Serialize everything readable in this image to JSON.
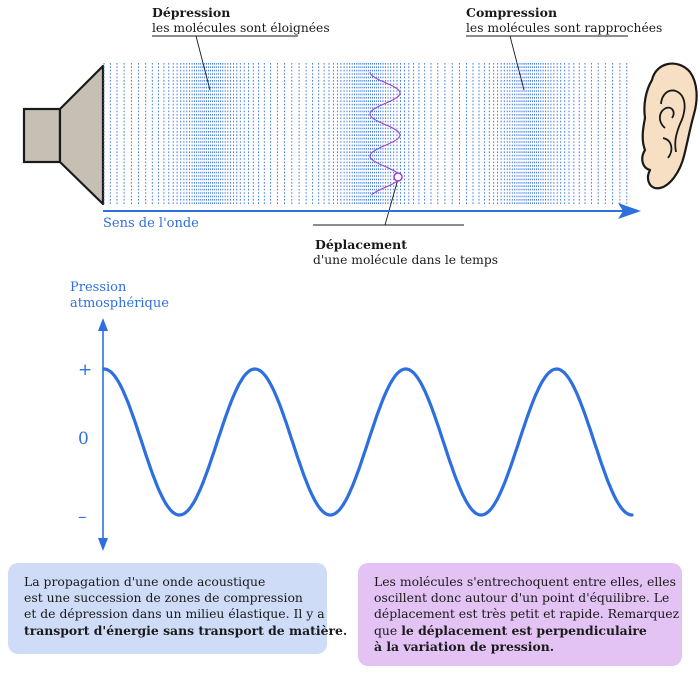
{
  "colors": {
    "accent_blue": "#2e6fe0",
    "wave_purple": "#9b3fd0",
    "speaker_fill": "#c6bfb3",
    "ear_fill": "#f7dfc4",
    "box_left_bg": "#cfdcf7",
    "box_right_bg": "#e3c2f4"
  },
  "top_diagram": {
    "depression_title": "Dépression",
    "depression_text": "les molécules sont éloignées",
    "compression_title": "Compression",
    "compression_text": "les molécules sont rapprochées",
    "wave_direction_label": "Sens de l'onde",
    "displacement_title": "Déplacement",
    "displacement_text": "d'une molécule dans le temps",
    "speaker_icon": "speaker-icon",
    "ear_icon": "ear-icon"
  },
  "chart_data": {
    "type": "line",
    "title": "",
    "ylabel_line1": "Pression",
    "ylabel_line2": "atmosphérique",
    "xlabel": "",
    "yticks": [
      "+",
      "0",
      "–"
    ],
    "ylim": [
      -1,
      1
    ],
    "xlim": [
      0,
      3.5
    ],
    "series": [
      {
        "function": "cosine",
        "amplitude": 1,
        "periods": 3.5
      }
    ]
  },
  "info_left": {
    "line1": "La propagation d'une onde acoustique",
    "line2": "est une succession de zones de compression",
    "line3": "et de dépression dans un milieu élastique. Il y a",
    "line4_bold": "transport d'énergie sans transport de matière."
  },
  "info_right": {
    "line1": "Les molécules s'entrechoquent entre elles, elles",
    "line2": "oscillent donc autour d'un point d'équilibre. Le",
    "line3": "déplacement est très petit et rapide. Remarquez",
    "line4_prefix": "que ",
    "line4_bold": "le déplacement est perpendiculaire",
    "line5_bold": "à la variation de pression."
  }
}
